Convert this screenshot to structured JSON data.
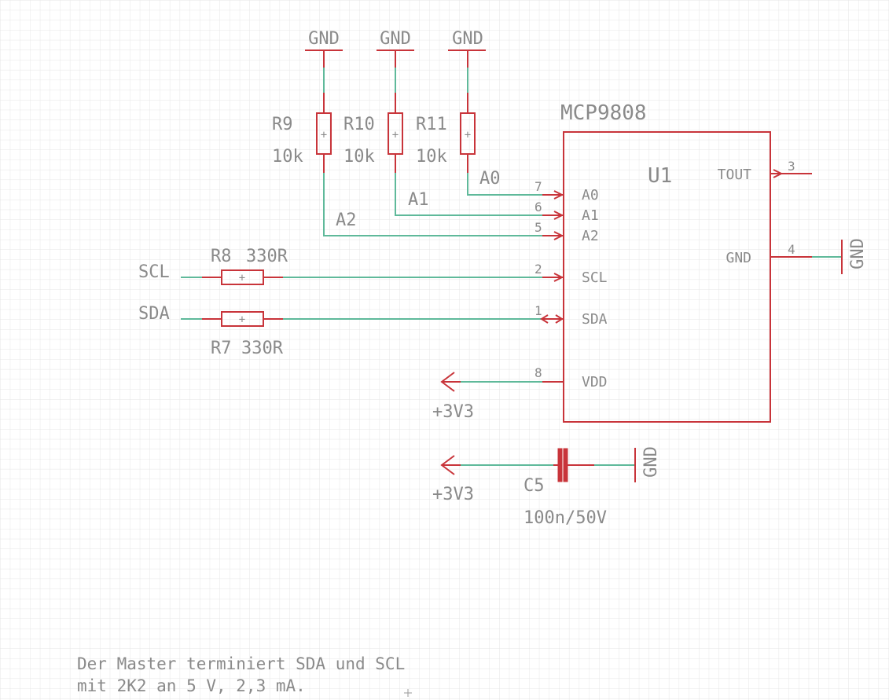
{
  "gnd_symbols": {
    "top_left": "GND",
    "top_mid": "GND",
    "top_right": "GND",
    "u1_gnd": "GND",
    "cap_gnd": "GND"
  },
  "resistors": {
    "r9": {
      "name": "R9",
      "value": "10k"
    },
    "r10": {
      "name": "R10",
      "value": "10k"
    },
    "r11": {
      "name": "R11",
      "value": "10k"
    },
    "r8": {
      "name": "R8",
      "value": "330R"
    },
    "r7": {
      "name": "R7",
      "value": "330R"
    }
  },
  "nets": {
    "a0": "A0",
    "a1": "A1",
    "a2": "A2",
    "scl": "SCL",
    "sda": "SDA"
  },
  "chip": {
    "part": "MCP9808",
    "ref": "U1",
    "pins": {
      "a0": {
        "num": "7",
        "name": "A0"
      },
      "a1": {
        "num": "6",
        "name": "A1"
      },
      "a2": {
        "num": "5",
        "name": "A2"
      },
      "scl": {
        "num": "2",
        "name": "SCL"
      },
      "sda": {
        "num": "1",
        "name": "SDA"
      },
      "vdd": {
        "num": "8",
        "name": "VDD"
      },
      "tout": {
        "num": "3",
        "name": "TOUT"
      },
      "gnd": {
        "num": "4",
        "name": "GND"
      }
    }
  },
  "supplies": {
    "vdd_supply": "+3V3",
    "cap_supply": "+3V3"
  },
  "capacitor": {
    "name": "C5",
    "value": "100n/50V"
  },
  "note": {
    "line1": "Der Master terminiert SDA und SCL",
    "line2": "mit 2K2 an 5 V, 2,3 mA."
  },
  "colors": {
    "wire": "#5fb99a",
    "symbol": "#c8343a",
    "text": "#8a8a8a",
    "grid": "#e6e6e6"
  }
}
